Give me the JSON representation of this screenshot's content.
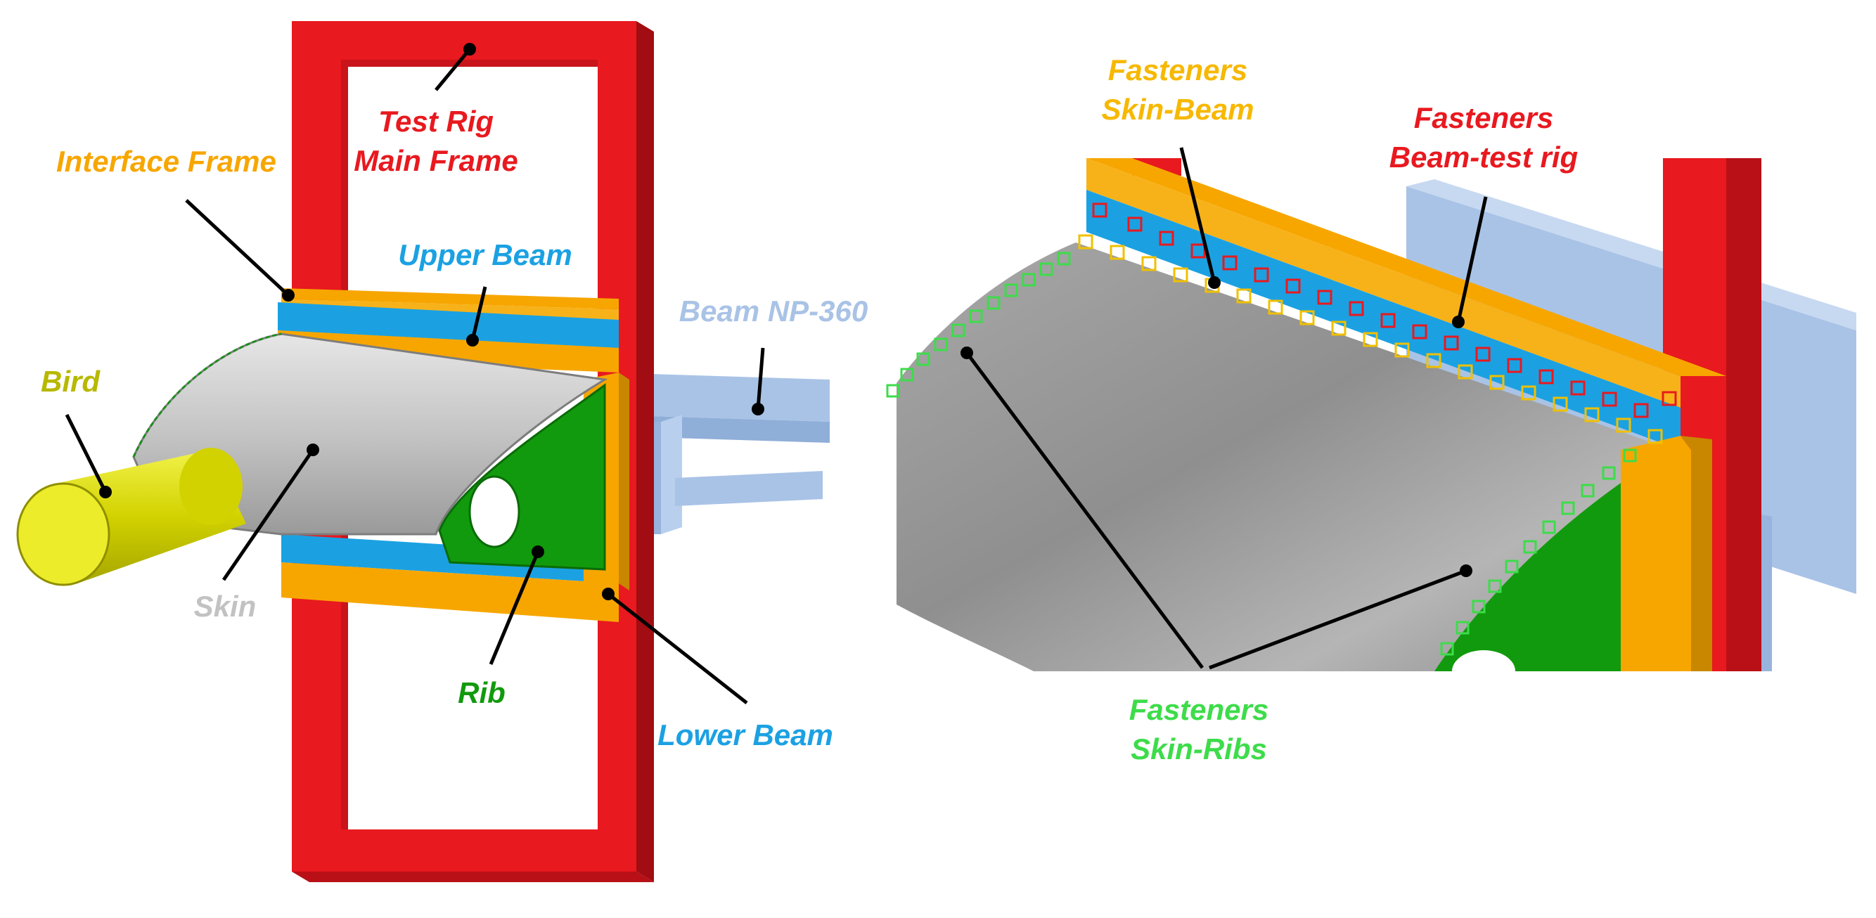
{
  "colors": {
    "test_rig": "#e8191f",
    "interface_frame": "#f7a600",
    "beam": "#1ba1e2",
    "beam_np360": "#a9c3e6",
    "skin": "#bdbdbd",
    "rib": "#119a0d",
    "bird": "#d6d600",
    "fastener_skin_beam": "#f0c000",
    "fastener_beam_rig": "#e8191f",
    "fastener_skin_ribs": "#3ddc4a"
  },
  "left_view": {
    "test_rig_main_frame": {
      "line1": "Test Rig",
      "line2": "Main Frame",
      "color": "#e8191f"
    },
    "interface_frame": {
      "text": "Interface Frame",
      "color": "#f7a600"
    },
    "upper_beam": {
      "text": "Upper Beam",
      "color": "#1ba1e2"
    },
    "beam_np360": {
      "text": "Beam NP-360",
      "color": "#a9c3e6"
    },
    "bird": {
      "text": "Bird",
      "color": "#b8b800"
    },
    "skin": {
      "text": "Skin",
      "color": "#c2c2c2"
    },
    "rib": {
      "text": "Rib",
      "color": "#119a0d"
    },
    "lower_beam": {
      "text": "Lower Beam",
      "color": "#1ba1e2"
    }
  },
  "right_view": {
    "fasteners_skin_beam": {
      "line1": "Fasteners",
      "line2": "Skin-Beam",
      "color": "#f7b800"
    },
    "fasteners_beam_test_rig": {
      "line1": "Fasteners",
      "line2": "Beam-test rig",
      "color": "#e8191f"
    },
    "fasteners_skin_ribs": {
      "line1": "Fasteners",
      "line2": "Skin-Ribs",
      "color": "#3ddc4a"
    }
  }
}
